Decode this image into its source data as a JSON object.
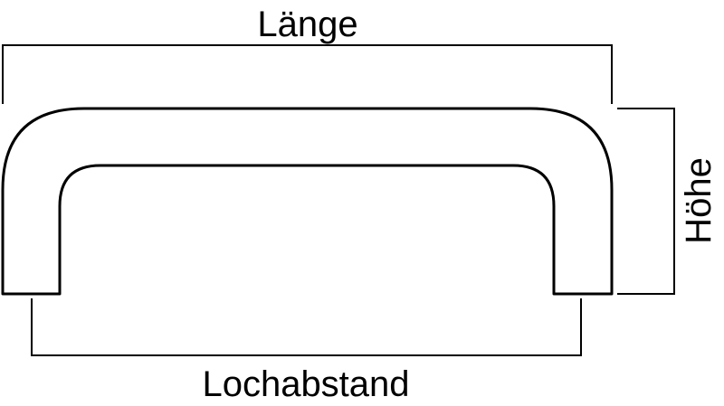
{
  "labels": {
    "length": "Länge",
    "height": "Höhe",
    "hole_spacing": "Lochabstand"
  },
  "colors": {
    "stroke": "#000000",
    "background": "#ffffff"
  }
}
